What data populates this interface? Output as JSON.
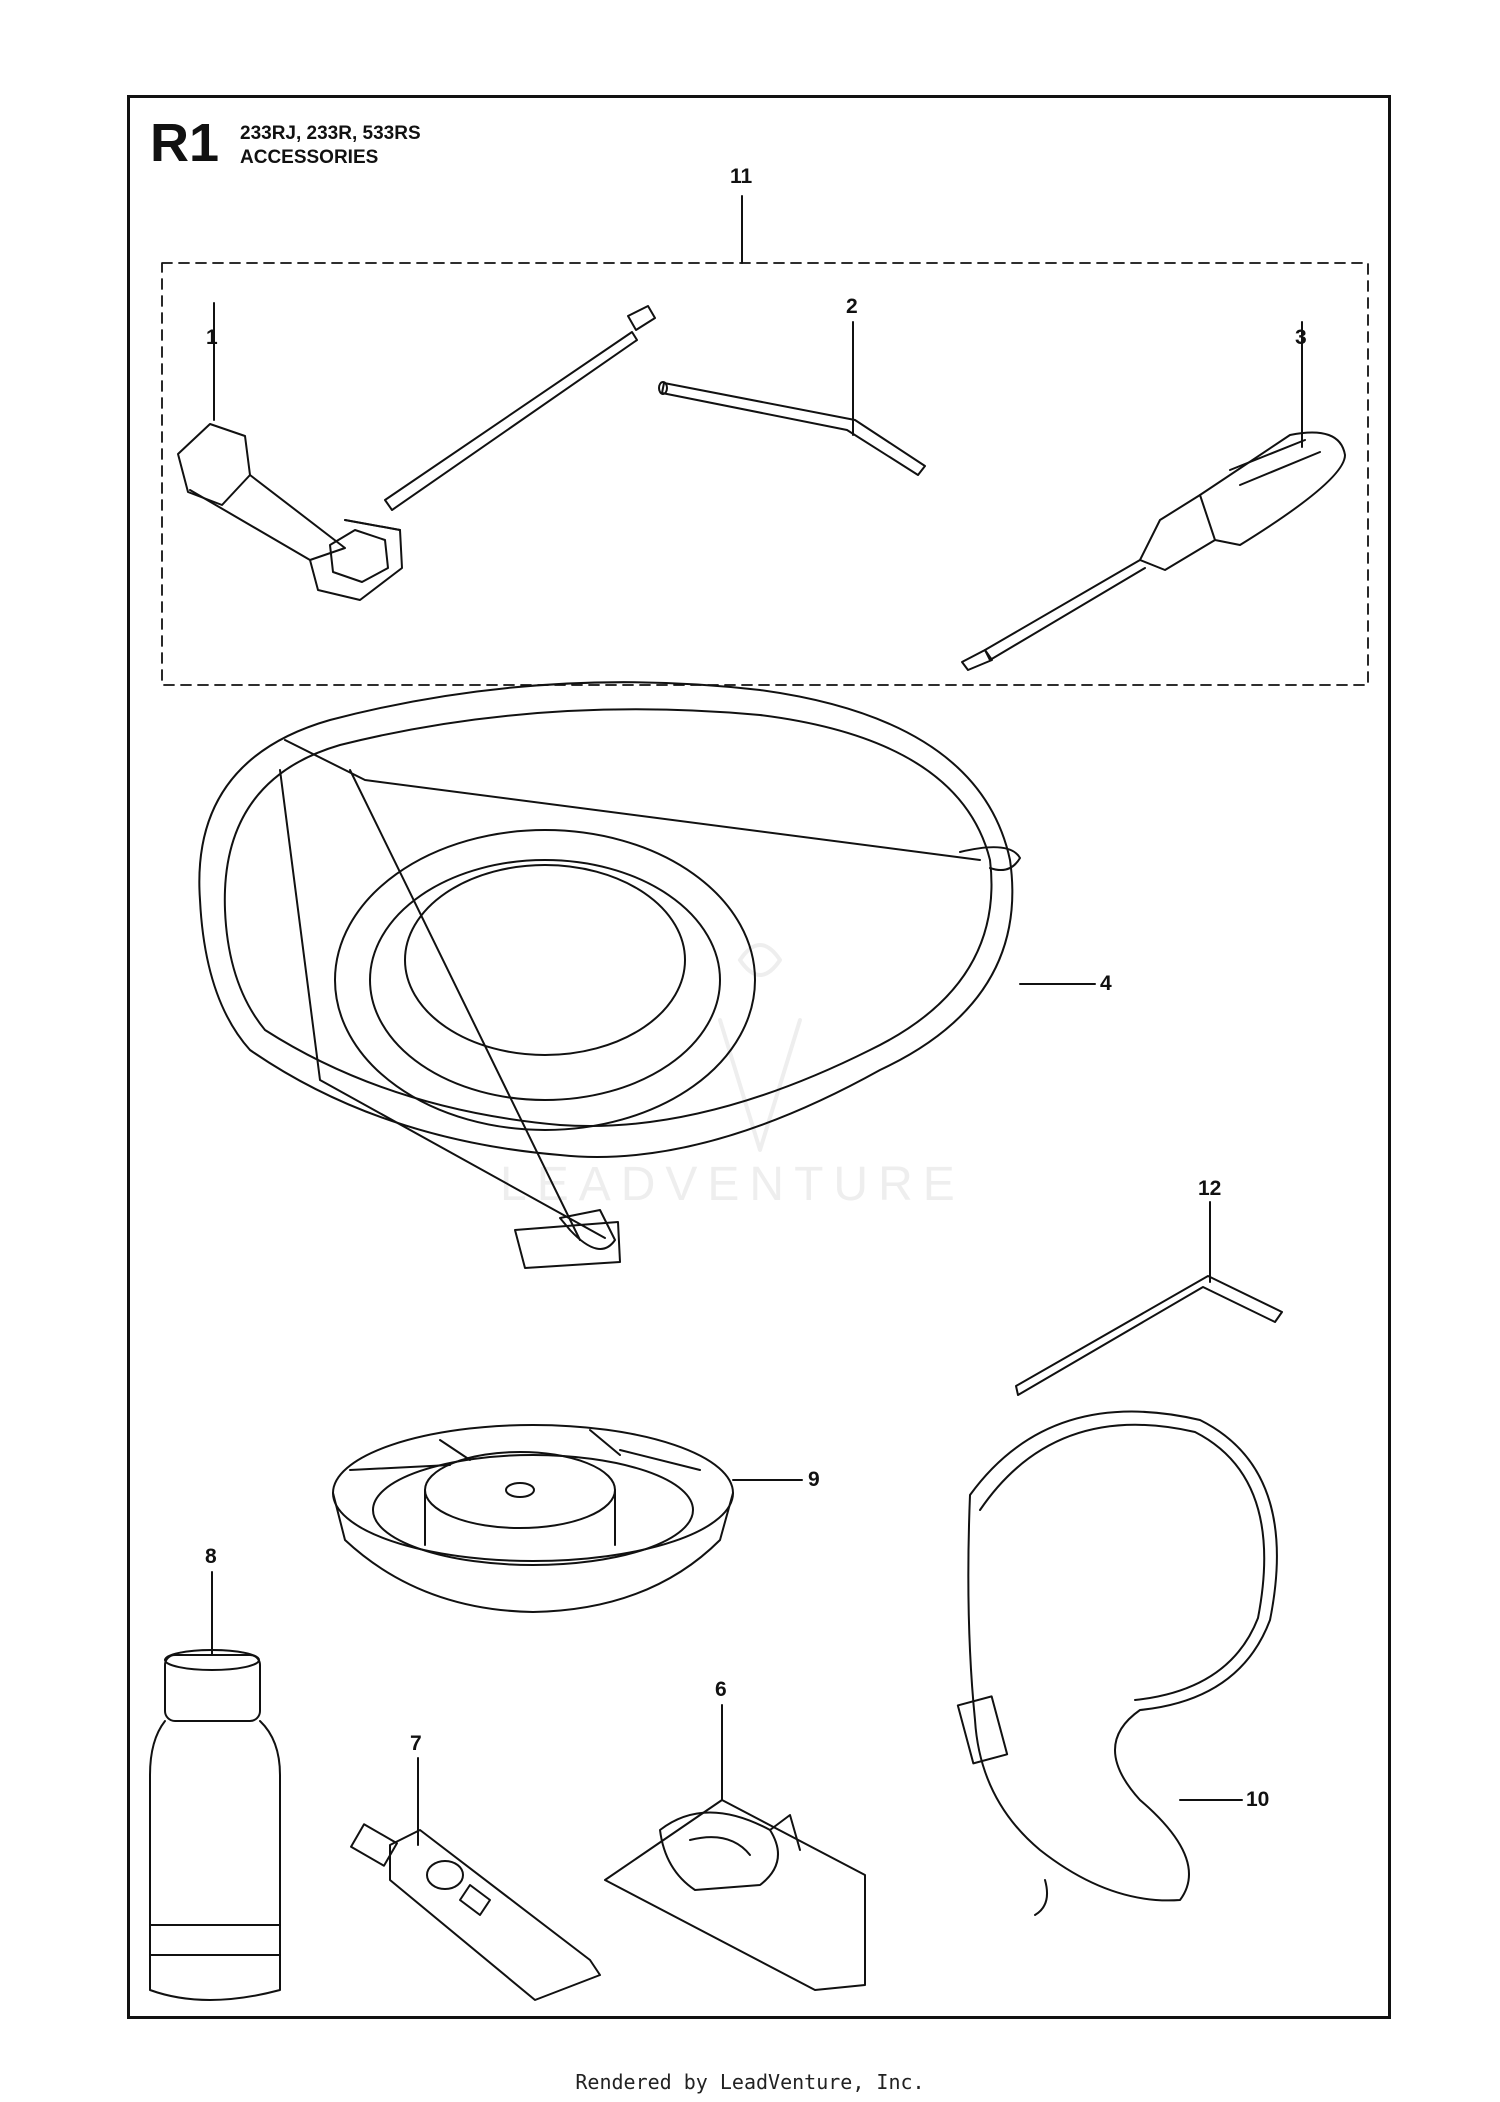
{
  "header": {
    "code": "R1",
    "models": "233RJ, 233R, 533RS",
    "section": "ACCESSORIES"
  },
  "callouts": {
    "n1": "1",
    "n2": "2",
    "n3": "3",
    "n4": "4",
    "n6": "6",
    "n7": "7",
    "n8": "8",
    "n9": "9",
    "n10": "10",
    "n11": "11",
    "n12": "12"
  },
  "footer": {
    "text": "Rendered by LeadVenture, Inc."
  }
}
